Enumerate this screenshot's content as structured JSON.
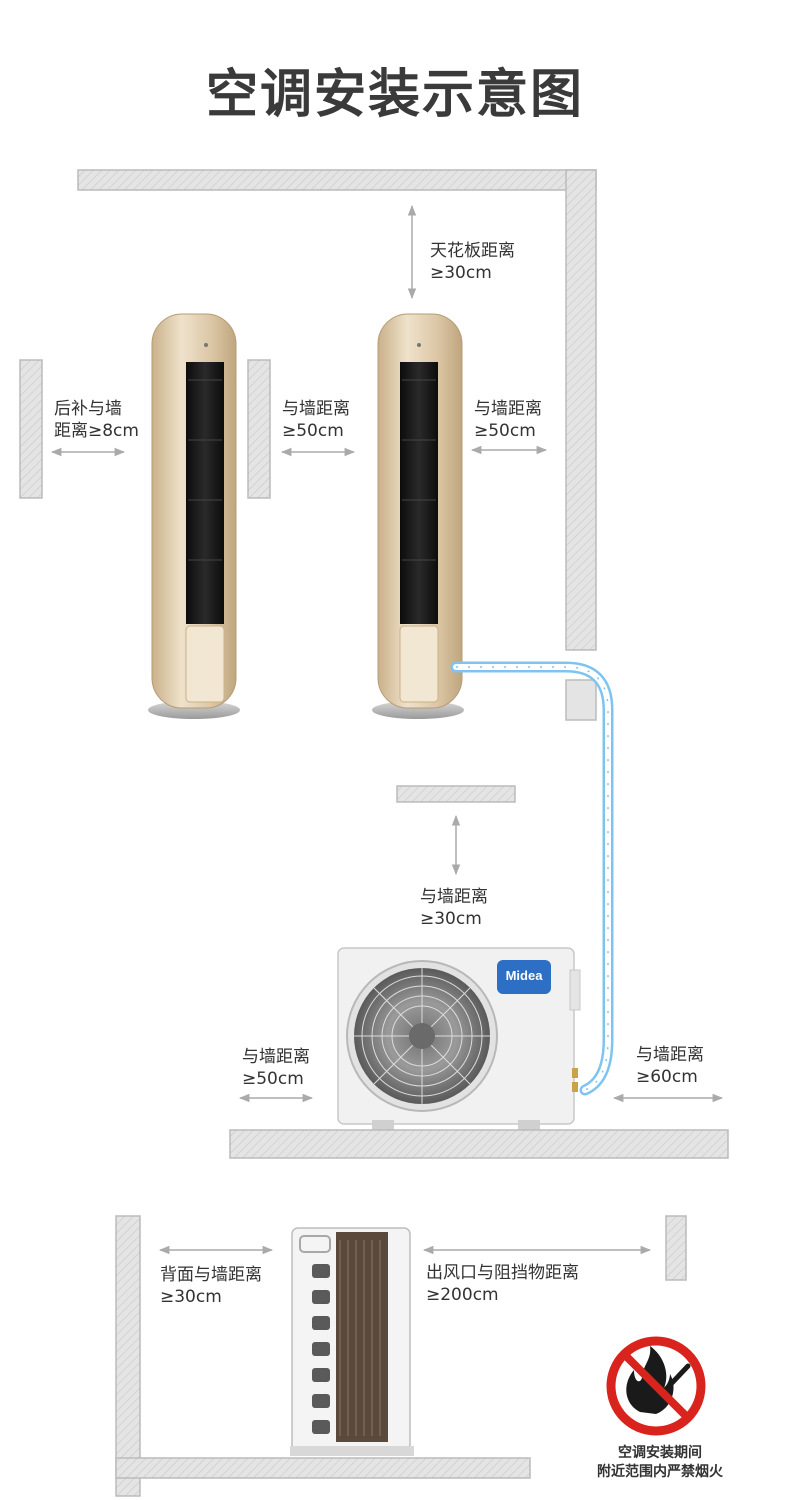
{
  "title": "空调安装示意图",
  "labels": {
    "ceiling": [
      "天花板距离",
      "≥30cm"
    ],
    "left_wall_back": [
      "后补与墙",
      "距离≥8cm"
    ],
    "mid_wall": [
      "与墙距离",
      "≥50cm"
    ],
    "right_wall": [
      "与墙距离",
      "≥50cm"
    ],
    "outdoor_top": [
      "与墙距离",
      "≥30cm"
    ],
    "outdoor_left": [
      "与墙距离",
      "≥50cm"
    ],
    "outdoor_right": [
      "与墙距离",
      "≥60cm"
    ],
    "back_wall": [
      "背面与墙距离",
      "≥30cm"
    ],
    "outlet": [
      "出风口与阻挡物距离",
      "≥200cm"
    ]
  },
  "brand": "Midea",
  "warning": [
    "空调安装期间",
    "附近范围内严禁烟火"
  ],
  "colors": {
    "wall": "#c8c8c8",
    "arrow": "#aaaaaa",
    "pipe": "#7fc4f0",
    "unit_gold": "#dcc7a6",
    "brand_blue": "#2d6fc4",
    "warning_red": "#d9241d"
  },
  "icons": [
    "arrow-icon",
    "no-fire-icon",
    "midea-logo"
  ]
}
